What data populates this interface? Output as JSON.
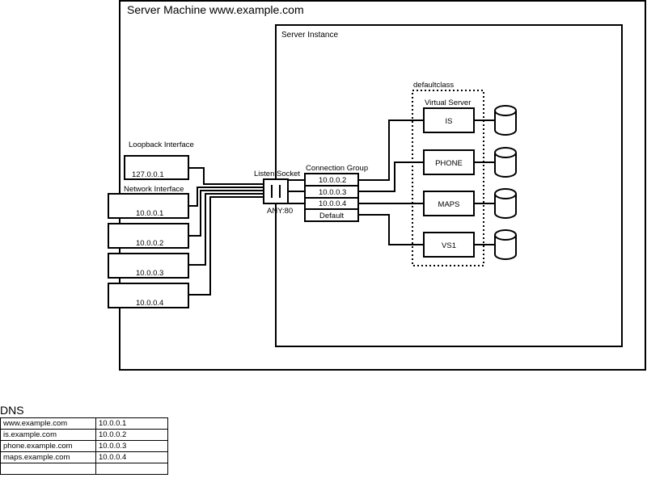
{
  "server_machine": {
    "label": "Server Machine www.example.com"
  },
  "server_instance": {
    "label": "Server Instance"
  },
  "loopback": {
    "heading": "Loopback Interface",
    "address": "127.0.0.1"
  },
  "network_interface": {
    "heading": "Network Interface",
    "addresses": [
      "10.0.0.1",
      "10.0.0.2",
      "10.0.0.3",
      "10.0.0.4"
    ]
  },
  "listen_socket": {
    "heading": "Listen Socket",
    "address": "ANY:80"
  },
  "connection_group": {
    "heading": "Connection Group",
    "rows": [
      "10.0.0.2",
      "10.0.0.3",
      "10.0.0.4",
      "Default"
    ]
  },
  "defaultclass": {
    "label": "defaultclass"
  },
  "virtual_server": {
    "heading": "Virtual Server",
    "servers": [
      "IS",
      "PHONE",
      "MAPS",
      "VS1"
    ]
  },
  "dns": {
    "title": "DNS",
    "rows": [
      {
        "host": "www.example.com",
        "ip": "10.0.0.1"
      },
      {
        "host": "is.example.com",
        "ip": "10.0.0.2"
      },
      {
        "host": "phone.example.com",
        "ip": "10.0.0.3"
      },
      {
        "host": "maps.example.com",
        "ip": "10.0.0.4"
      },
      {
        "host": "",
        "ip": ""
      }
    ]
  }
}
